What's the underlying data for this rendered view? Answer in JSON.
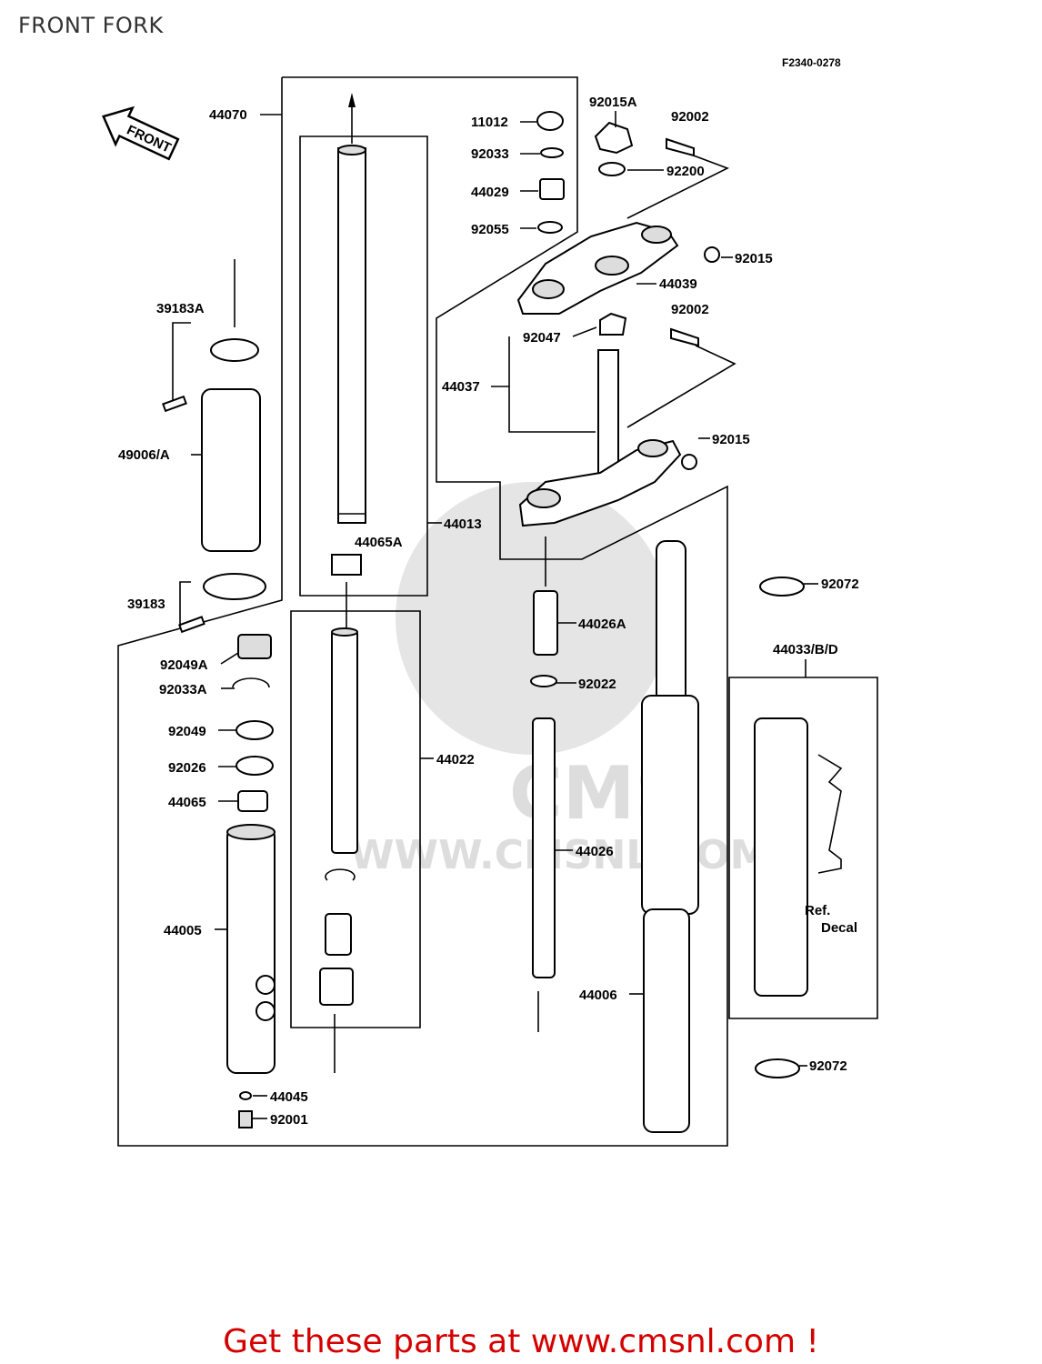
{
  "title": "FRONT FORK",
  "code": "F2340-0278",
  "front_arrow": "FRONT",
  "footer": "Get these parts at www.cmsnl.com !",
  "watermark": {
    "brand": "CMS",
    "url": "WWW.CMSNL.COM"
  },
  "labels": {
    "p44070": "44070",
    "p11012": "11012",
    "p92015A": "92015A",
    "p92002a": "92002",
    "p92033": "92033",
    "p92200": "92200",
    "p44029": "44029",
    "p92055": "92055",
    "p92015a": "92015",
    "p44039": "44039",
    "p39183A": "39183A",
    "p92002b": "92002",
    "p92047": "92047",
    "p44037": "44037",
    "p92015b": "92015",
    "p49006A": "49006/A",
    "p44013": "44013",
    "p44065A": "44065A",
    "p92072a": "92072",
    "p39183": "39183",
    "p44026A": "44026A",
    "p44033BD": "44033/B/D",
    "p92049A": "92049A",
    "p92033A": "92033A",
    "p92022": "92022",
    "p92049": "92049",
    "p44022": "44022",
    "p92026": "92026",
    "p44065": "44065",
    "p44026": "44026",
    "p44005": "44005",
    "ref": "Ref.",
    "decal": "Decal",
    "p44006": "44006",
    "p92072b": "92072",
    "p44045": "44045",
    "p92001": "92001"
  }
}
